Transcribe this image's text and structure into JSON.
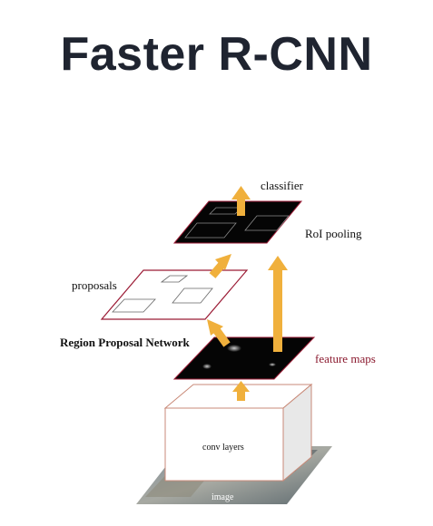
{
  "title": "Faster R-CNN",
  "labels": {
    "classifier": "classifier",
    "roi_pooling": "RoI pooling",
    "proposals": "proposals",
    "rpn": "Region Proposal Network",
    "feature_maps": "feature maps",
    "conv_layers": "conv layers",
    "image": "image"
  },
  "colors": {
    "title": "#1f2430",
    "arrow": "#f0b03c",
    "plane_border": "#9b1b35",
    "feature_maps_text": "#8b1a2f",
    "black_plane": "#050505"
  }
}
